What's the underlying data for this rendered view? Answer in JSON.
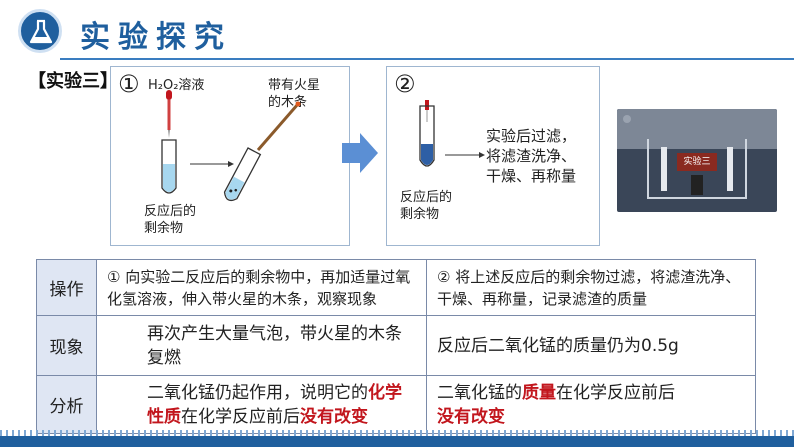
{
  "header": {
    "title": "实验探究",
    "icon": "flask-icon"
  },
  "experiment_label": "【实验三】",
  "panel1": {
    "step_num": "①",
    "reagent_label": "H₂O₂溶液",
    "splint_label_1": "带有火星",
    "splint_label_2": "的木条",
    "residue_label_1": "反应后的",
    "residue_label_2": "剩余物"
  },
  "panel2": {
    "step_num": "②",
    "text_1": "实验后过滤，",
    "text_2": "将滤渣洗净、",
    "text_3": "干燥、再称量",
    "residue_label_1": "反应后的",
    "residue_label_2": "剩余物"
  },
  "video": {
    "caption": "实验三"
  },
  "table": {
    "rows": [
      {
        "header": "操作",
        "left": "① 向实验二反应后的剩余物中，再加适量过氧化氢溶液，伸入带火星的木条，观察现象",
        "right": "② 将上述反应后的剩余物过滤，将滤渣洗净、干燥、再称量，记录滤渣的质量"
      },
      {
        "header": "现象",
        "left": "再次产生大量气泡，带火星的木条复燃",
        "right": "反应后二氧化锰的质量仍为0.5g"
      },
      {
        "header": "分析",
        "left_a": "二氧化锰仍起作用，说明它的",
        "left_b": "化学性质",
        "left_c": "在化学反应前后",
        "left_d": "没有改变",
        "right_a": "二氧化锰的",
        "right_b": "质量",
        "right_c": "在化学反应前后",
        "right_d": "没有改变"
      }
    ]
  },
  "colors": {
    "brand": "#1f5f9e",
    "accent_red": "#c2161d",
    "table_header_bg": "#dfe6f3"
  }
}
